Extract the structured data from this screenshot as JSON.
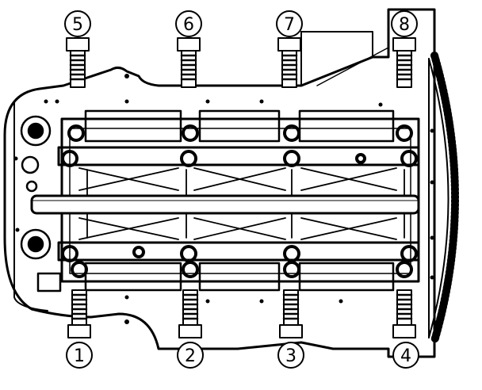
{
  "diagram": {
    "colors": {
      "ink": "#000000",
      "paper": "#ffffff",
      "shade": "#eeeeee"
    },
    "bolt_callouts": [
      {
        "id": "bolt-1",
        "label": "1"
      },
      {
        "id": "bolt-2",
        "label": "2"
      },
      {
        "id": "bolt-3",
        "label": "3"
      },
      {
        "id": "bolt-4",
        "label": "4"
      },
      {
        "id": "bolt-5",
        "label": "5"
      },
      {
        "id": "bolt-6",
        "label": "6"
      },
      {
        "id": "bolt-7",
        "label": "7"
      },
      {
        "id": "bolt-8",
        "label": "8"
      }
    ]
  }
}
